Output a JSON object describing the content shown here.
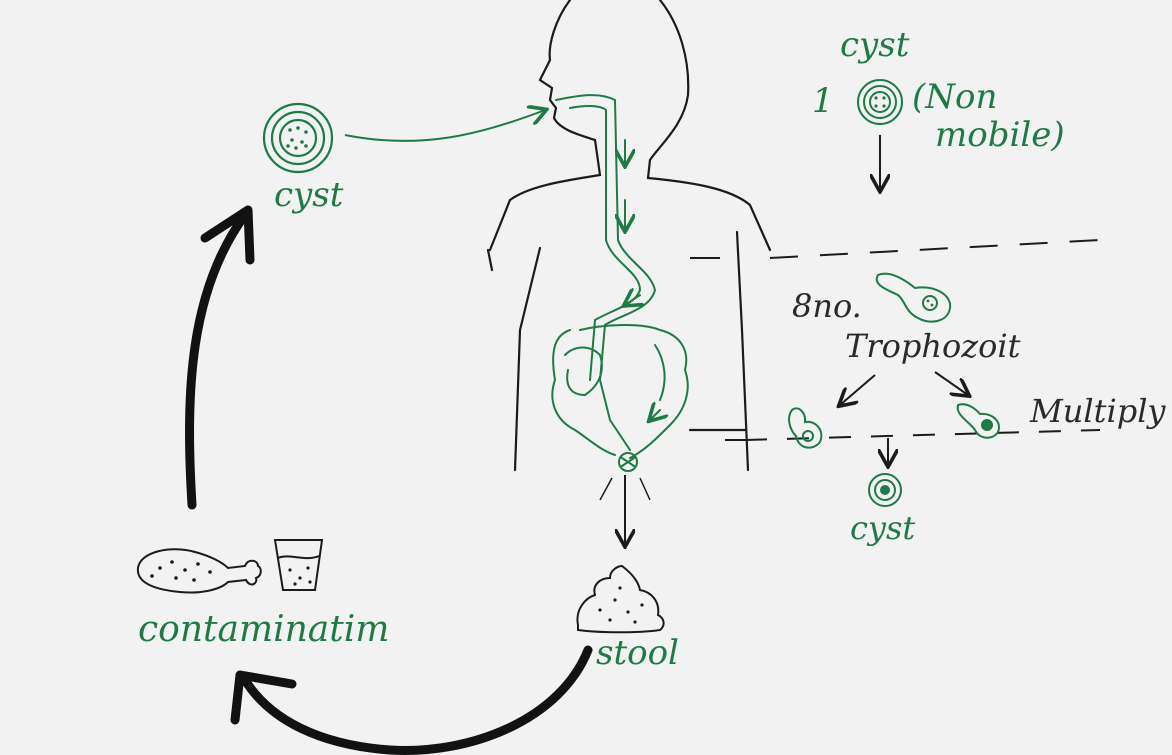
{
  "colors": {
    "ink_green": "#1f7a45",
    "ink_black": "#1b1b1b",
    "paper": "#f1f2f1"
  },
  "labels": {
    "cyst_left": "cyst",
    "cyst_top": "cyst",
    "number_one": "1",
    "non_mobile": "(Non\nmobile)",
    "non_mobile_line1": "(Non",
    "non_mobile_line2": "mobile)",
    "eight_no": "8no.",
    "trophozoit": "Trophozoit",
    "multiply": "Multiply",
    "cyst_bottom": "cyst",
    "stool": "stool",
    "contamination": "contaminatim"
  },
  "icons": [
    "cyst-icon",
    "human-body-icon",
    "trophozoite-icon",
    "stool-icon",
    "chicken-leg-icon",
    "water-glass-icon"
  ]
}
